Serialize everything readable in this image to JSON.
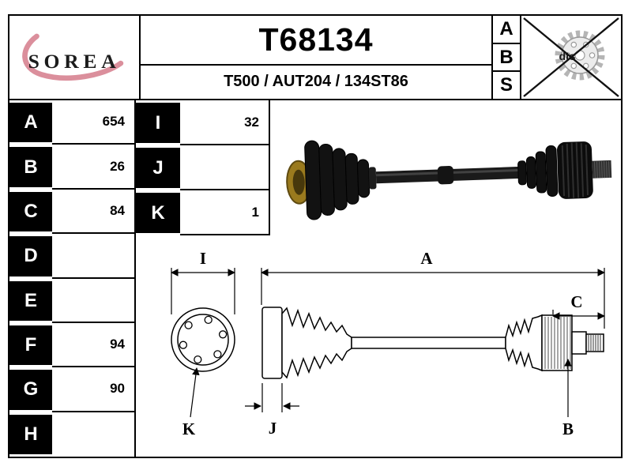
{
  "brand": {
    "name": "SOREA"
  },
  "header": {
    "part_number": "T68134",
    "reference_line": "T500 / AUT204 / 134ST86",
    "side_letters": [
      "A",
      "B",
      "S"
    ],
    "gear_text": "dts"
  },
  "dimensions_table": {
    "rows": [
      {
        "label": "A",
        "value": "654"
      },
      {
        "label": "B",
        "value": "26"
      },
      {
        "label": "C",
        "value": "84"
      },
      {
        "label": "D",
        "value": ""
      },
      {
        "label": "E",
        "value": ""
      },
      {
        "label": "F",
        "value": "94"
      },
      {
        "label": "G",
        "value": "90"
      },
      {
        "label": "H",
        "value": ""
      }
    ]
  },
  "dimensions_table_2": {
    "rows": [
      {
        "label": "I",
        "value": "32"
      },
      {
        "label": "J",
        "value": ""
      },
      {
        "label": "K",
        "value": "1"
      }
    ]
  },
  "drawing_labels": {
    "i": "I",
    "a": "A",
    "c": "C",
    "k": "K",
    "j": "J",
    "b": "B"
  },
  "colors": {
    "accent_pink": "#db8f9c",
    "line_black": "#000000",
    "gear_gray": "#b5b5b5"
  }
}
